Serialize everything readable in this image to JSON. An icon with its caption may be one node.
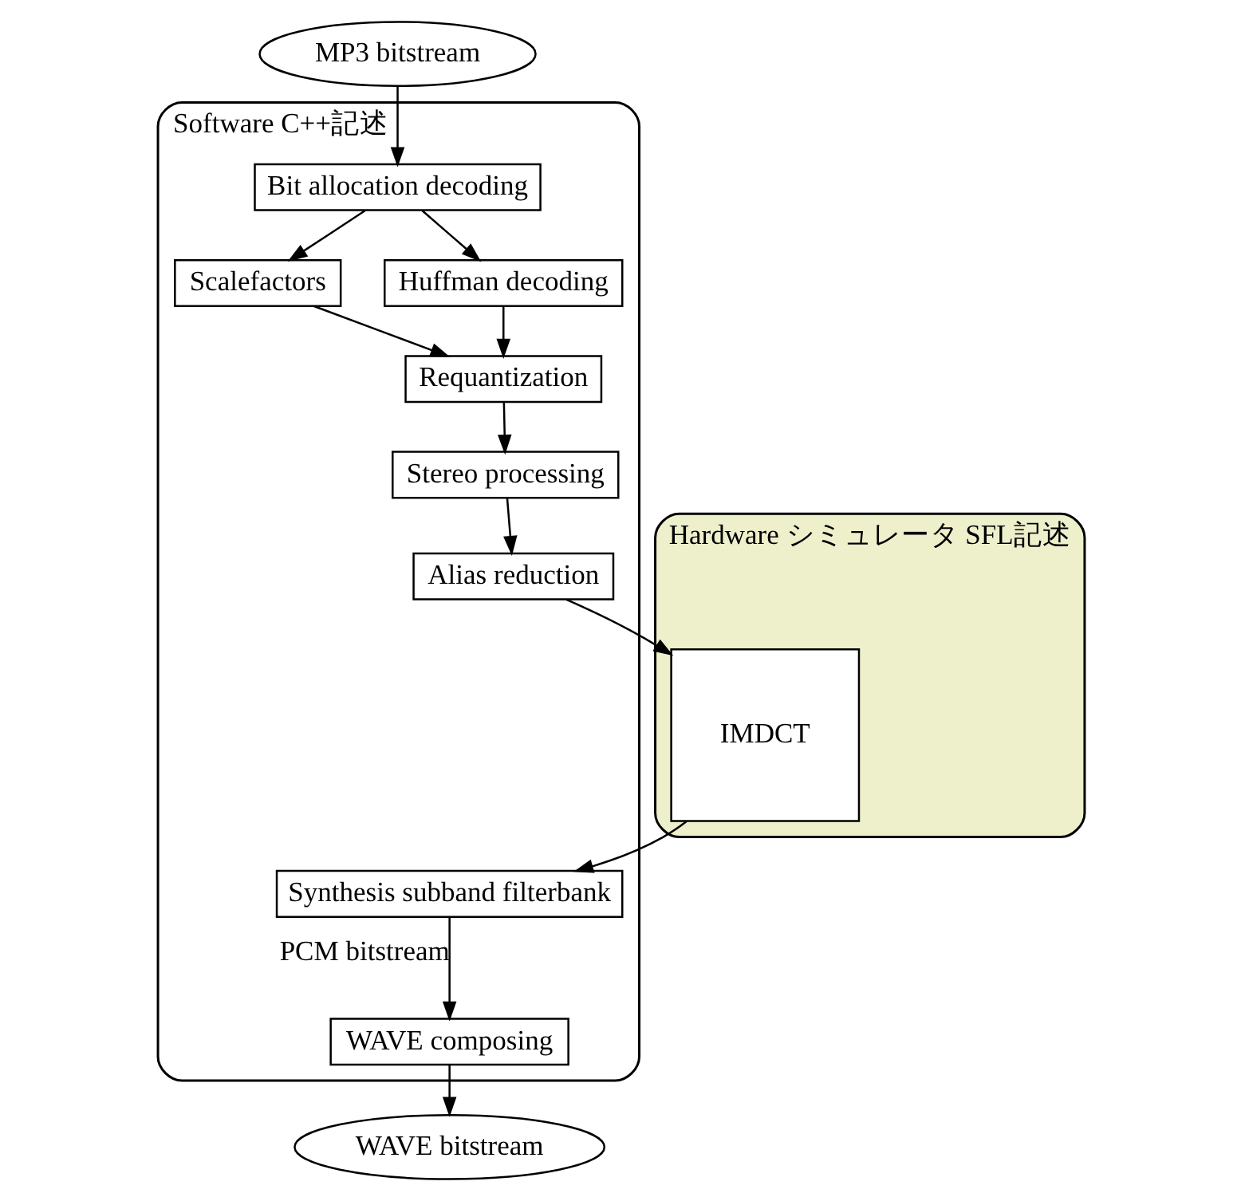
{
  "diagram": {
    "nodes": [
      {
        "text": [
          "MP3 bitstream"
        ]
      },
      {
        "text": [
          "Software C++記述"
        ]
      },
      {
        "text": [
          "Bit allocation decoding"
        ],
        "in": 1
      },
      {
        "text": [
          "Scalefactors"
        ],
        "in": 1
      },
      {
        "text": [
          "Huffman decoding"
        ],
        "in": 1
      },
      {
        "text": [
          "Requantization"
        ],
        "in": 1
      },
      {
        "text": [
          "Stereo processing"
        ],
        "in": 1
      },
      {
        "text": [
          "Alias reduction"
        ],
        "in": 1
      },
      {
        "text": [
          "Hardware シミュレータ SFL記述"
        ]
      },
      {
        "text": [
          "IMDCT"
        ],
        "in": 8
      },
      {
        "text": [
          "Synthesis subband filterbank"
        ],
        "in": 1
      },
      {
        "text": [
          "WAVE composing"
        ],
        "in": 1
      },
      {
        "text": [
          "WAVE bitstream"
        ]
      }
    ],
    "edges": [
      {
        "from": 0,
        "to": 2,
        "arrow": "to"
      },
      {
        "from": 2,
        "to": 3,
        "arrow": "to"
      },
      {
        "from": 2,
        "to": 4,
        "arrow": "to"
      },
      {
        "from": 3,
        "to": 5,
        "arrow": "to"
      },
      {
        "from": 4,
        "to": 5,
        "arrow": "to"
      },
      {
        "from": 5,
        "to": 6,
        "arrow": "to"
      },
      {
        "from": 6,
        "to": 7,
        "arrow": "to"
      },
      {
        "from": 7,
        "to": 9,
        "arrow": "to"
      },
      {
        "from": 9,
        "to": 10,
        "arrow": "to"
      },
      {
        "from": 10,
        "to": 11,
        "arrow": "to",
        "label": "PCM bitstream"
      },
      {
        "from": 11,
        "to": 12,
        "arrow": "to"
      }
    ]
  }
}
